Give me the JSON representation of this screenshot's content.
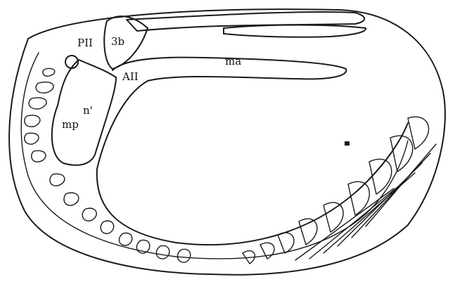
{
  "labels": {
    "pii": "PII",
    "three_b": "3b",
    "aii": "AII",
    "ma": "ma",
    "mp": "mp",
    "n_prime": "n'"
  }
}
